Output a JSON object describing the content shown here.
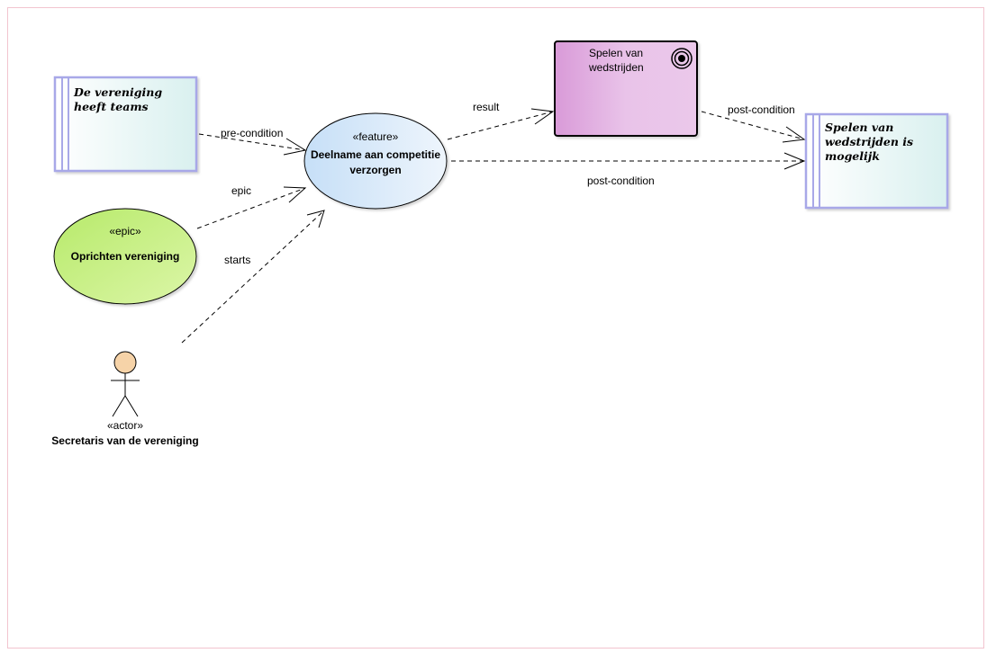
{
  "condition_left": {
    "text": "De vereniging heeft teams"
  },
  "condition_right": {
    "text": "Spelen van wedstrijden is mogelijk"
  },
  "feature": {
    "stereotype": "«feature»",
    "name": "Deelname aan competitie verzorgen"
  },
  "epic": {
    "stereotype": "«epic»",
    "name": "Oprichten vereniging"
  },
  "actor": {
    "stereotype": "«actor»",
    "name": "Secretaris van de vereniging"
  },
  "activity": {
    "name": "Spelen van wedstrijden"
  },
  "edges": {
    "pre_condition": "pre-condition",
    "epic": "epic",
    "starts": "starts",
    "result": "result",
    "post_condition_top": "post-condition",
    "post_condition_bottom": "post-condition"
  },
  "colors": {
    "condition_border": "#a8a8e8",
    "feature_fill": "#cfe4f7",
    "epic_fill": "#c4ef7e",
    "activity_fill": "#e5b3e5",
    "actor_head": "#f6d3a8",
    "frame": "#f2c4cf"
  }
}
